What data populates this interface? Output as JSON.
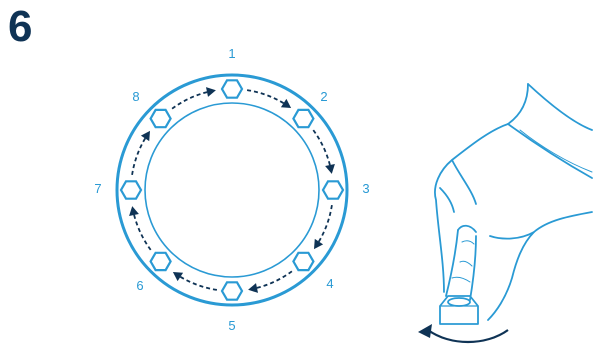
{
  "step_number": "6",
  "bolt_labels": [
    "1",
    "2",
    "3",
    "4",
    "5",
    "6",
    "7",
    "8"
  ],
  "colors": {
    "line": "#2a9ad4",
    "arrow": "#0f3355",
    "step": "#0f3355"
  },
  "icons": [
    "bolt-hexagon-icon",
    "hand-illustration",
    "rotation-arrow-icon"
  ]
}
